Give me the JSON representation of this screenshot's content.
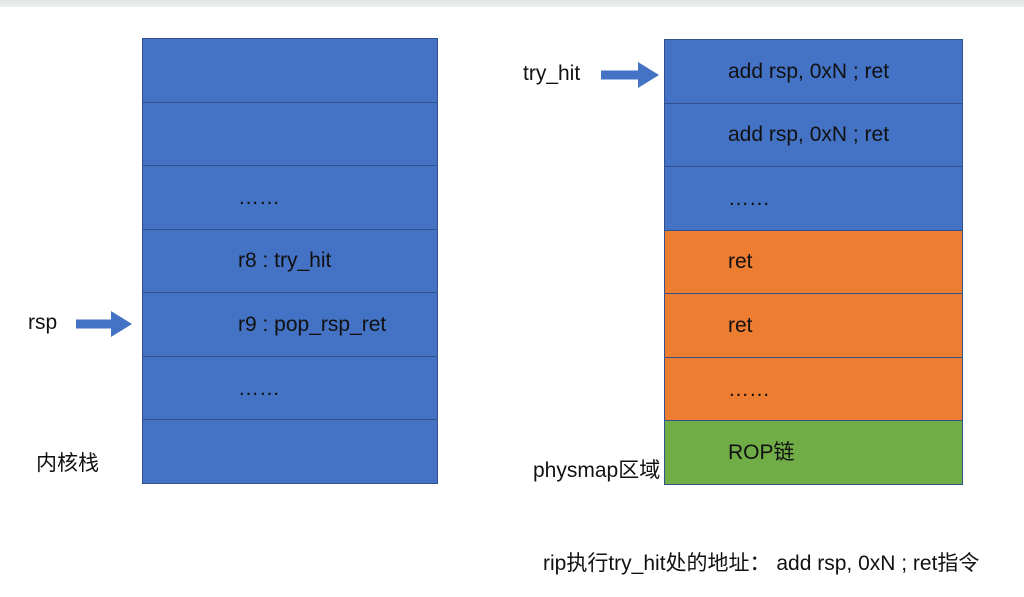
{
  "colors": {
    "blue": "#4472C4",
    "orange": "#ED7D31",
    "green": "#70AD47",
    "border": "#2F528F",
    "text": "#111111",
    "top_strip": "#dde4e1"
  },
  "left_stack": {
    "label": "内核栈",
    "pointer_label": "rsp",
    "cells": [
      {
        "text": "",
        "color": "blue"
      },
      {
        "text": "",
        "color": "blue"
      },
      {
        "text": "……",
        "color": "blue"
      },
      {
        "text": "r8 : try_hit",
        "color": "blue"
      },
      {
        "text": "r9 : pop_rsp_ret",
        "color": "blue",
        "pointed_by": "rsp"
      },
      {
        "text": "……",
        "color": "blue"
      },
      {
        "text": "",
        "color": "blue"
      }
    ]
  },
  "right_stack": {
    "label": "physmap区域",
    "pointer_label": "try_hit",
    "cells": [
      {
        "text": "add rsp, 0xN ; ret",
        "color": "blue",
        "pointed_by": "try_hit"
      },
      {
        "text": "add rsp, 0xN ; ret",
        "color": "blue"
      },
      {
        "text": "……",
        "color": "blue"
      },
      {
        "text": "ret",
        "color": "orange"
      },
      {
        "text": "ret",
        "color": "orange"
      },
      {
        "text": "……",
        "color": "orange"
      },
      {
        "text": "ROP链",
        "color": "green"
      }
    ]
  },
  "caption": "rip执行try_hit处的地址： add rsp, 0xN ; ret指令"
}
